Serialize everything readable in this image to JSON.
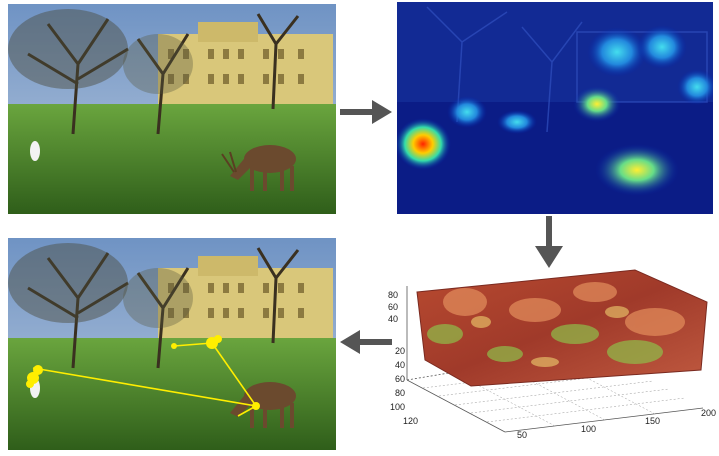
{
  "colors": {
    "sky": "#7a9cc8",
    "grass": "#4f8a2e",
    "building": "#d8c878",
    "arrow": "#555555",
    "fixation": "#ffee00",
    "heat_bg": "#0a1a8a",
    "surface": "#a84030"
  },
  "panels": {
    "top_left": {
      "label": "original-photo"
    },
    "top_right": {
      "label": "saliency-heatmap"
    },
    "bottom_right": {
      "label": "3d-saliency-surface",
      "z_ticks": [
        "80",
        "60",
        "40"
      ],
      "y_ticks": [
        "20",
        "40",
        "60",
        "80",
        "100",
        "120"
      ],
      "x_ticks": [
        "50",
        "100",
        "150",
        "200"
      ]
    },
    "bottom_left": {
      "label": "fixation-scanpath"
    }
  },
  "arrows": {
    "right": "arrow-right-icon",
    "down": "arrow-down-icon",
    "left": "arrow-left-icon"
  }
}
